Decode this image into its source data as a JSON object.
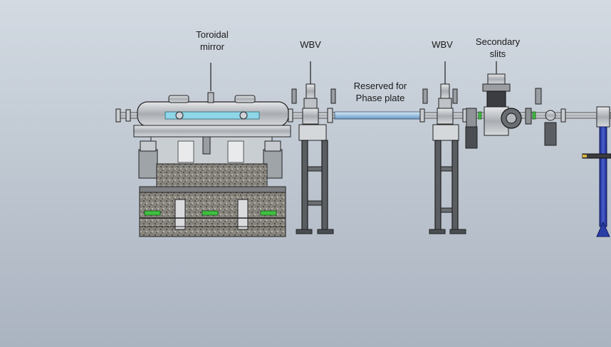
{
  "labels": {
    "toroidal_mirror": [
      "Toroidal",
      "mirror"
    ],
    "wbv_1": "WBV",
    "reserved": [
      "Reserved for",
      "Phase plate"
    ],
    "wbv_2": "WBV",
    "secondary_slits": [
      "Secondary",
      "slits"
    ]
  },
  "colors": {
    "background_top": "#d3dae2",
    "background_bottom": "#aab3c0",
    "beam_pipe": "#9ec3e2",
    "mirror_window": "#8fd6e8",
    "stand_blue": "#2a3ea8",
    "flange_green": "#3fbf3f",
    "frame_dark": "#2b2b2b"
  },
  "components": [
    {
      "name": "toroidal-mirror-chamber",
      "icon": "vacuum-chamber-icon"
    },
    {
      "name": "wbv-1",
      "icon": "gate-valve-icon"
    },
    {
      "name": "phase-plate-pipe",
      "icon": "pipe-icon"
    },
    {
      "name": "wbv-2",
      "icon": "gate-valve-icon"
    },
    {
      "name": "secondary-slits",
      "icon": "slit-assembly-icon"
    },
    {
      "name": "blue-stand",
      "icon": "stand-icon"
    }
  ]
}
